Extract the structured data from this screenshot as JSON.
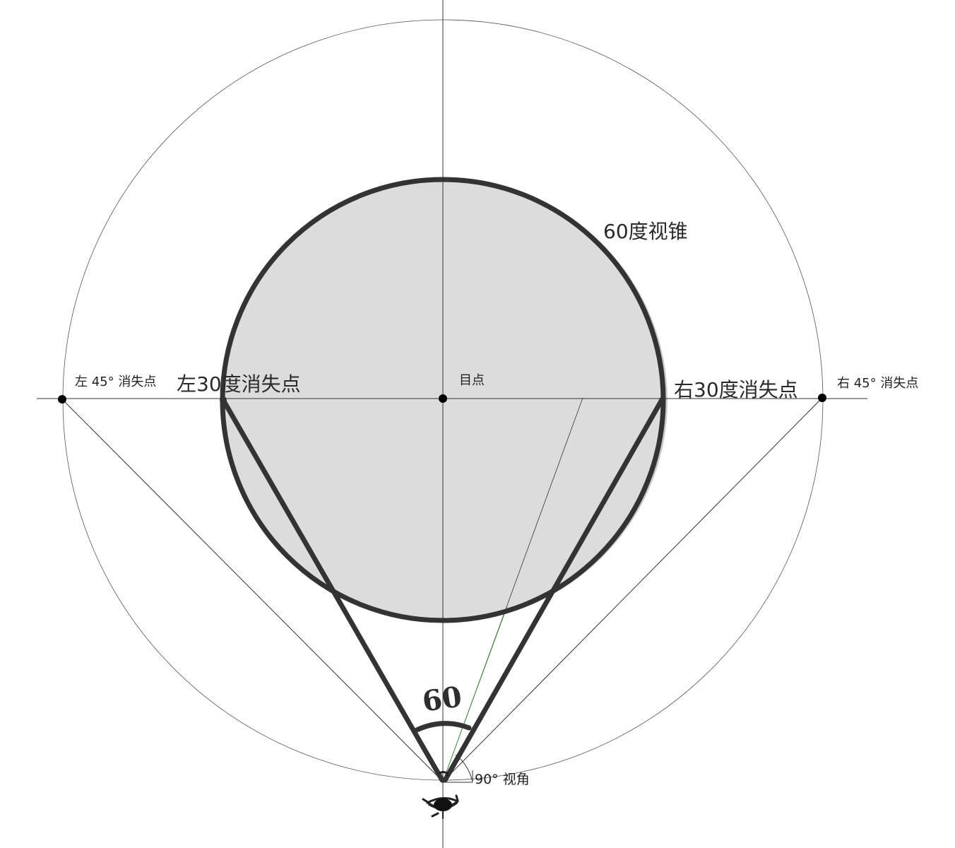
{
  "labels": {
    "left45": "左 45° 消失点",
    "right45": "右 45° 消失点",
    "left30": "左30度消失点",
    "right30": "右30度消失点",
    "target": "目点",
    "cone60": "60度视锥",
    "angle_hand": "60",
    "view90": "90° 视角"
  },
  "icons": {
    "eye": "eye-icon"
  },
  "colors": {
    "thick_stroke": "#333333",
    "thin_stroke": "#444444",
    "cone_fill": "#dcdcdc",
    "shadow": "#c8c8c8",
    "accent_green": "#3a9a3a"
  }
}
